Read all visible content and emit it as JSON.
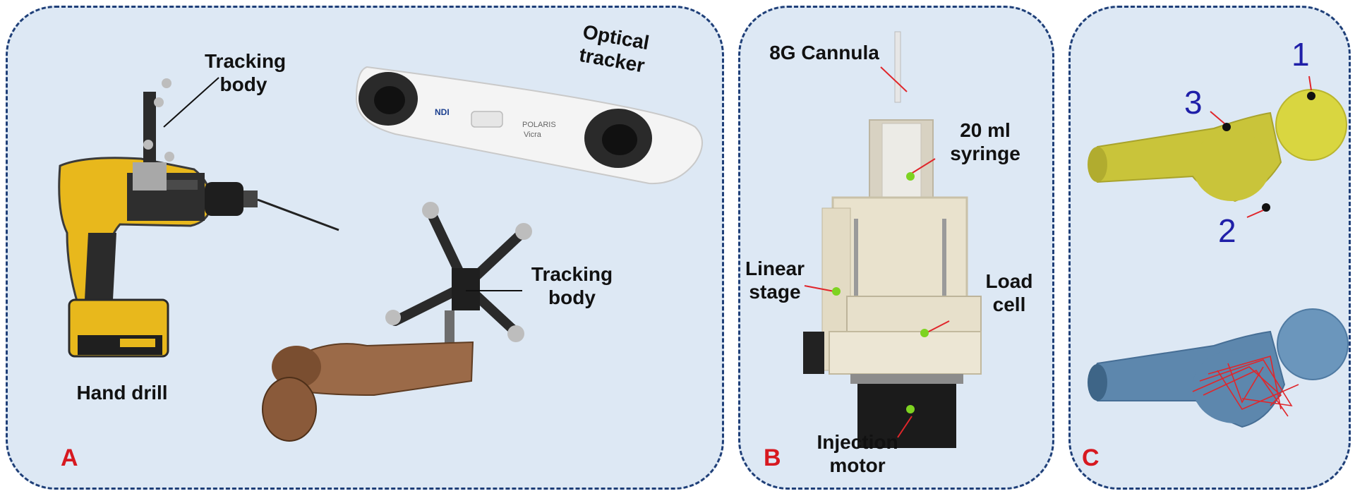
{
  "panels": {
    "a": {
      "letter": "A",
      "labels": {
        "tracking_body_top": "Tracking body",
        "optical_tracker": "Optical tracker",
        "tracking_body_bottom": "Tracking body",
        "hand_drill": "Hand drill"
      },
      "device_text": {
        "brand": "NDI",
        "product": "POLARIS",
        "model": "Vicra"
      }
    },
    "b": {
      "letter": "B",
      "labels": {
        "cannula": "8G Cannula",
        "syringe": "20 ml syringe",
        "linear_stage": "Linear stage",
        "load_cell": "Load cell",
        "injection_motor": "Injection motor"
      }
    },
    "c": {
      "letter": "C",
      "landmarks": [
        "1",
        "3",
        "2"
      ]
    }
  },
  "colors": {
    "panel_bg": "#dde8f4",
    "panel_border": "#1f3f78",
    "letter": "#d71920",
    "landmark_number": "#1f1fa8",
    "femur_yellow": "#c9c43a",
    "femur_blue": "#5d87ad",
    "drill_path": "#e0262b",
    "indicator_dot": "#7ed321"
  }
}
